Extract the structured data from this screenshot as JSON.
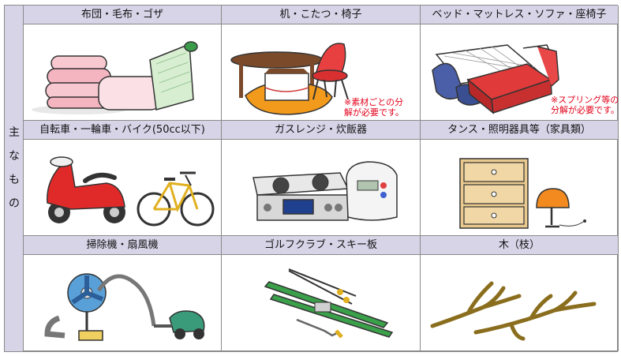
{
  "side_label": "主なもの",
  "side_chars": [
    "主",
    "な",
    "も",
    "の"
  ],
  "cells": [
    {
      "label": "布団・毛布・ゴザ",
      "icon": "futon-blanket-mat-icon"
    },
    {
      "label": "机・こたつ・椅子",
      "icon": "table-kotatsu-chair-icon",
      "note": [
        "※素材ごとの分",
        "解が必要です。"
      ]
    },
    {
      "label": "ベッド・マットレス・ソファ・座椅子",
      "icon": "bed-mattress-sofa-icon",
      "note": [
        "※スプリング等の",
        "分解が必要です。"
      ]
    },
    {
      "label": "自転車・一輪車・バイク(50cc以下)",
      "icon": "bicycle-scooter-icon"
    },
    {
      "label": "ガスレンジ・炊飯器",
      "icon": "gas-range-rice-cooker-icon"
    },
    {
      "label": "タンス・照明器具等（家具類）",
      "icon": "chest-lamp-icon"
    },
    {
      "label": "掃除機・扇風機",
      "icon": "vacuum-fan-icon"
    },
    {
      "label": "ゴルフクラブ・スキー板",
      "icon": "golf-ski-icon"
    },
    {
      "label": "木（枝）",
      "icon": "branches-icon"
    }
  ],
  "colors": {
    "header_bg": "#d8d4e8",
    "border": "#8a8a8a",
    "note": "#e2001a"
  }
}
